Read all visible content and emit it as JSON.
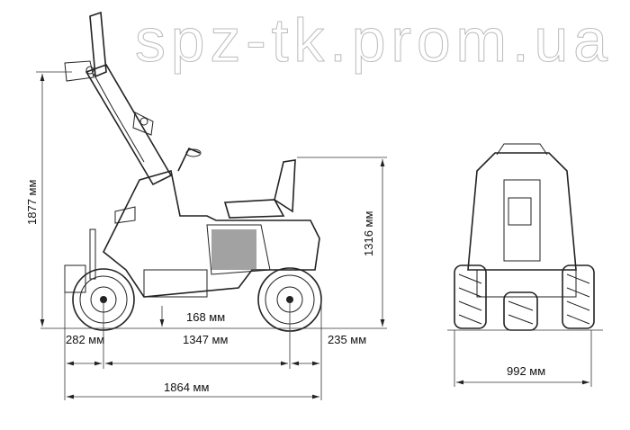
{
  "dimensions": {
    "overall_height": "1877 мм",
    "seat_height": "1316 мм",
    "ground_clearance": "168 мм",
    "front_overhang": "282 мм",
    "wheelbase": "1347 мм",
    "rear_overhang": "235 мм",
    "overall_length": "1864 мм",
    "overall_width": "992 мм"
  },
  "watermark": "spz-tk.prom.ua",
  "colors": {
    "line": "#222222",
    "background": "#ffffff",
    "watermark_outline": "#bbbbbb"
  }
}
